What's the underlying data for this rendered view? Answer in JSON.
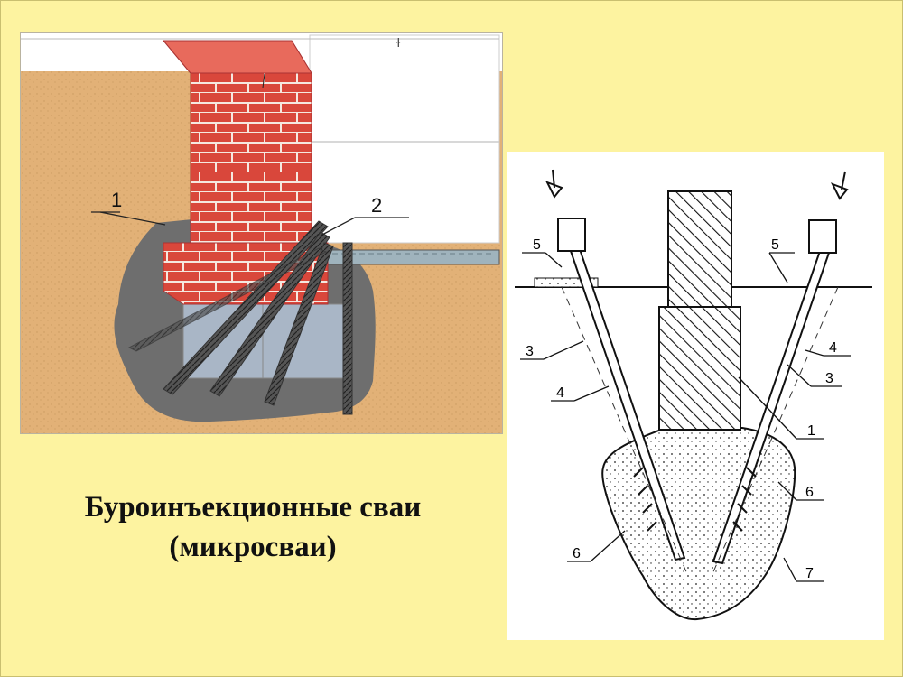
{
  "slide": {
    "caption_line1": "Буроинъекционные сваи",
    "caption_line2": "(микросваи)",
    "background_color": "#fdf3a0"
  },
  "left_figure": {
    "labels": {
      "one": "1",
      "two": "2"
    },
    "colors": {
      "soil": "#e2b177",
      "brick": "#d9473b",
      "grout": "#6e6e6e",
      "slab": "#9fb3bd",
      "sky": "#ffffff"
    }
  },
  "right_figure": {
    "labels": {
      "one": "1",
      "three_left": "3",
      "three_right": "3",
      "four_left": "4",
      "four_right": "4",
      "five_left": "5",
      "five_right": "5",
      "six_left": "6",
      "six_right": "6",
      "seven": "7"
    }
  }
}
